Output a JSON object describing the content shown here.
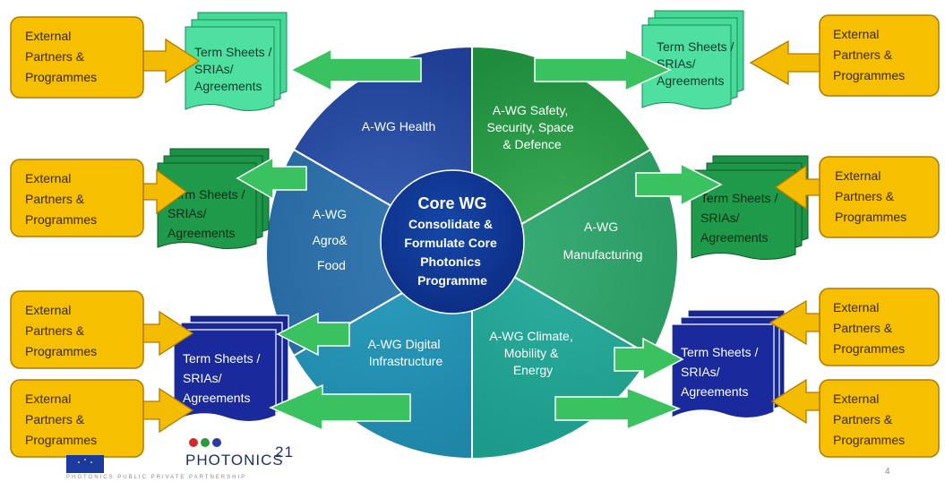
{
  "core": {
    "title": "Core WG",
    "subtitle_lines": [
      "Consolidate &",
      "Formulate Core",
      "Photonics",
      "Programme"
    ]
  },
  "segments": [
    {
      "id": "health",
      "lines": [
        "A-WG Health"
      ]
    },
    {
      "id": "safety",
      "lines": [
        "A-WG Safety,",
        "Security, Space",
        "& Defence"
      ]
    },
    {
      "id": "manufacturing",
      "lines": [
        "A-WG",
        "Manufacturing"
      ]
    },
    {
      "id": "climate",
      "lines": [
        "A-WG Climate,",
        "Mobility &",
        "Energy"
      ]
    },
    {
      "id": "digital",
      "lines": [
        "A-WG Digital",
        "Infrastructure"
      ]
    },
    {
      "id": "agro",
      "lines": [
        "A-WG",
        "Agro&",
        "Food"
      ]
    }
  ],
  "partners": {
    "lines": [
      "External",
      "Partners &",
      "Programmes"
    ]
  },
  "term_sheets": {
    "lines": [
      "Term Sheets /",
      "SRIAs/",
      "Agreements"
    ]
  },
  "colors": {
    "partner_fill": "#f6c000",
    "partner_border": "#b07a00",
    "partner_arrow": "#f4bc00",
    "green_arrow": "#3ac160",
    "light_green_doc": "#4de0a0",
    "mid_green_doc": "#1f9a4a",
    "blue_doc": "#1a2a9c",
    "core_circle": "#0d2f8a"
  },
  "logo": {
    "brand": "PHOTONICS",
    "superscript": "21",
    "tagline": "PHOTONICS PUBLIC PRIVATE PARTNERSHIP"
  },
  "page_number": "4"
}
